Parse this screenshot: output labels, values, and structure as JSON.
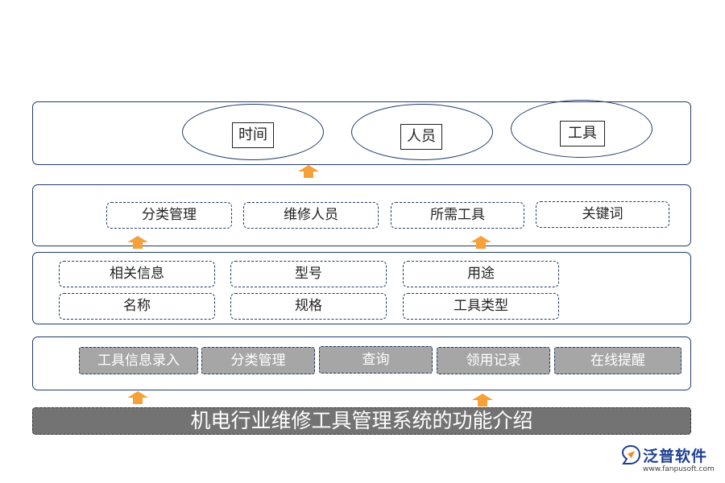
{
  "layer_top": {
    "items": [
      "时间",
      "人员",
      "工具"
    ]
  },
  "layer_second": {
    "items": [
      "分类管理",
      "维修人员",
      "所需工具",
      "关键词"
    ]
  },
  "layer_third": {
    "row1": [
      "相关信息",
      "型号",
      "用途"
    ],
    "row2": [
      "名称",
      "规格",
      "工具类型"
    ]
  },
  "layer_functions": {
    "items": [
      "工具信息录入",
      "分类管理",
      "查询",
      "领用记录",
      "在线提醒"
    ]
  },
  "title": "机电行业维修工具管理系统的功能介绍",
  "logo": {
    "name": "泛普软件",
    "url": "www.fanpusoft.com"
  },
  "colors": {
    "border": "#1f3a6b",
    "arrow": "#f6a03a",
    "title_bg": "#737373",
    "func_bg": "#a6a6a6"
  }
}
